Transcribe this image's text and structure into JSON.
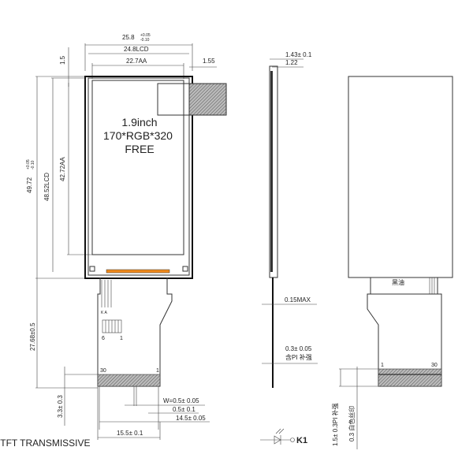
{
  "front": {
    "width_total": "25.8",
    "width_tol_plus": "+0.05",
    "width_tol_minus": "-0.10",
    "width_lcd": "24.8LCD",
    "width_aa": "22.7AA",
    "offset_right": "1.55",
    "offset_top": "1.5",
    "height_total": "49.72",
    "height_tol_plus": "+0.05",
    "height_tol_minus": "-0.10",
    "height_lcd": "48.52LCD",
    "height_aa": "42.72AA",
    "size": "1.9inch",
    "resolution": "170*RGB*320",
    "mode": "FREE",
    "fpc_length": "27.68±0.5",
    "pin_first": "30",
    "pin_last": "1",
    "small_pin_first": "6",
    "small_pin_last": "1",
    "led_labels": "K A",
    "pitch_w": "W=0.5± 0.05",
    "pitch": "0.5± 0.1",
    "contact_width": "14.5± 0.05",
    "fpc_width": "15.5± 0.1",
    "stiffener": "3.3± 0.3",
    "note": "\"TFT TRANSMISSIVE"
  },
  "side": {
    "thickness": "1.43± 0.1",
    "glass": "1.22",
    "fpc_thickness": "0.15MAX",
    "stiffener_thickness": "0.3± 0.05",
    "stiffener_note": "含PI 补强",
    "symbol_label": "K1"
  },
  "back": {
    "ink_label": "黑油",
    "pin_first": "1",
    "pin_last": "30",
    "stiffener_dim": "1.5± 0.3PI 补强",
    "silk_dim": "0.3 白色丝印"
  },
  "colors": {
    "fpc_bar": "#f08a1c"
  }
}
